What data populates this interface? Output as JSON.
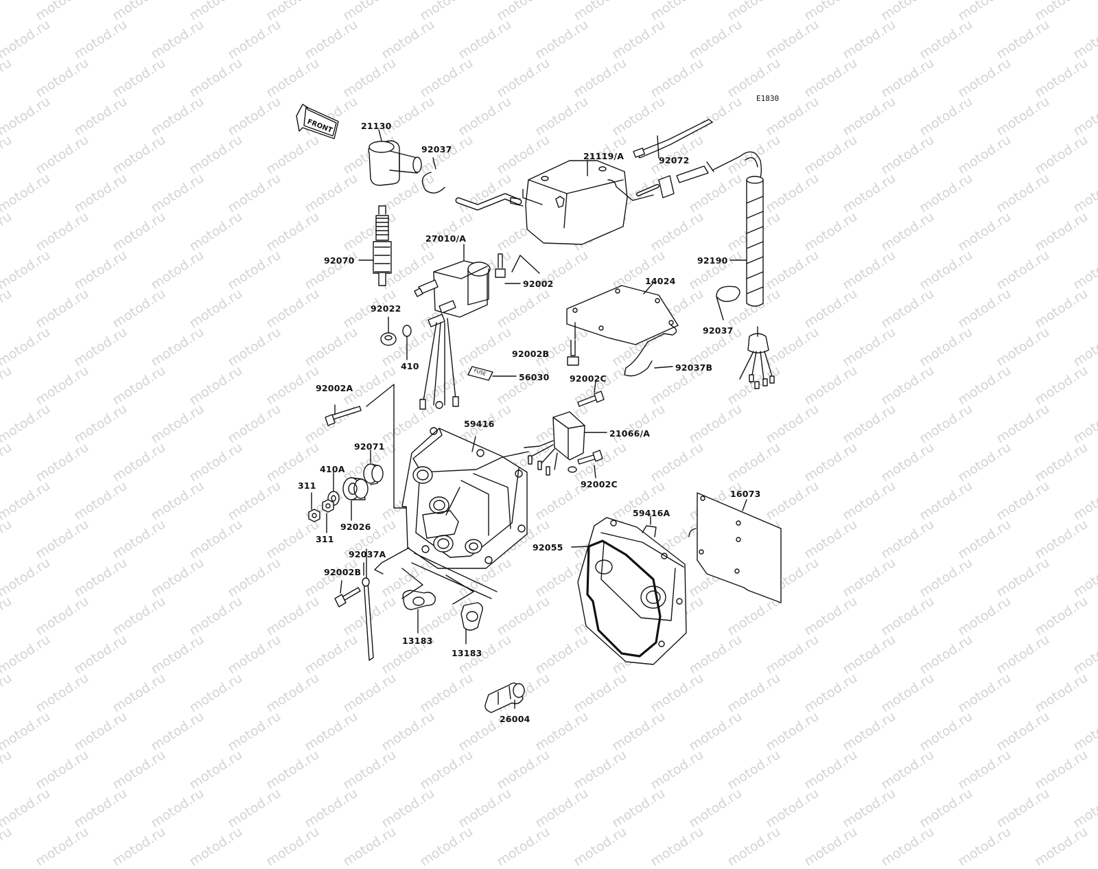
{
  "watermark": "motod.ru",
  "diagram_code": "E1830",
  "front_label": "FRONT",
  "fuse_label": "FUSE",
  "parts": {
    "p21130": "21130",
    "p92037_top": "92037",
    "p92072": "92072",
    "p21119": "21119/A",
    "p27010": "27010/A",
    "p92070": "92070",
    "p92002": "92002",
    "p14024": "14024",
    "p92190": "92190",
    "p92037_right": "92037",
    "p92022": "92022",
    "p410": "410",
    "p92002B_top": "92002B",
    "p92037B": "92037B",
    "p56030": "56030",
    "p92002C_top": "92002C",
    "p92002A": "92002A",
    "p59416": "59416",
    "p21066": "21066/A",
    "p92071": "92071",
    "p410A": "410A",
    "p311_left": "311",
    "p92002C_bottom": "92002C",
    "p16073": "16073",
    "p92026": "92026",
    "p311_bottom": "311",
    "p59416A": "59416A",
    "p92055": "92055",
    "p92037A": "92037A",
    "p92002B_bottom": "92002B",
    "p13183_left": "13183",
    "p13183_right": "13183",
    "p26004": "26004"
  }
}
